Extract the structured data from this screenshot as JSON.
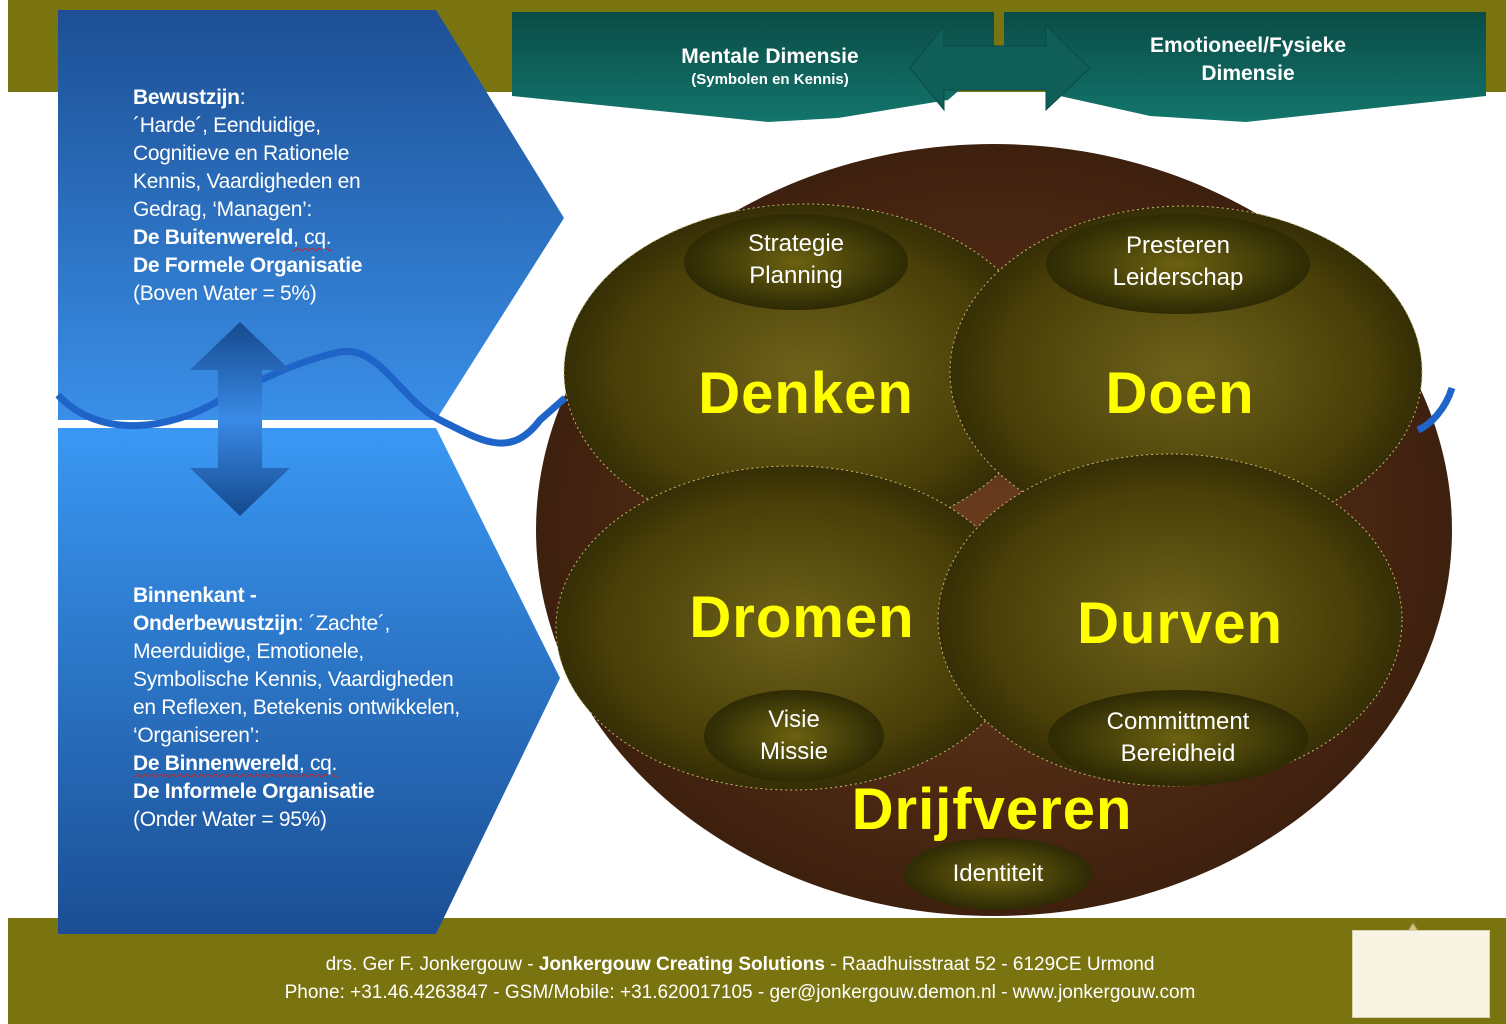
{
  "dimensions": {
    "mental_title": "Mentale Dimensie",
    "mental_sub": "(Symbolen en Kennis)",
    "emotional_line1": "Emotioneel/Fysieke",
    "emotional_line2": "Dimensie"
  },
  "upper_panel": {
    "heading": "Bewustzijn",
    "colon": ":",
    "line1": "´Harde´, Eenduidige,",
    "line2": "Cognitieve en Rationele",
    "line3": "Kennis, Vaardigheden en",
    "line4": "Gedrag, ‘Managen’:",
    "bold1": "De Buitenwereld",
    "bold1_suffix": ", cq.",
    "bold2": "De Formele Organisatie",
    "last": "(Boven Water = 5%)"
  },
  "lower_panel": {
    "heading1": "Binnenkant -",
    "heading2": "Onderbewustzijn",
    "heading2_suffix": ": ´Zachte´,",
    "line1": "Meerduidige, Emotionele,",
    "line2": "Symbolische Kennis, Vaardigheden",
    "line3": "en Reflexen, Betekenis ontwikkelen,",
    "line4": "‘Organiseren’:",
    "bold1": "De Binnenwereld",
    "bold1_suffix": ", cq.",
    "bold2": "De Informele Organisatie",
    "last": "(Onder Water = 95%)"
  },
  "quadrants": {
    "denken": {
      "title": "Denken",
      "sub1": "Strategie",
      "sub2": "Planning"
    },
    "doen": {
      "title": "Doen",
      "sub1": "Presteren",
      "sub2": "Leiderschap"
    },
    "dromen": {
      "title": "Dromen",
      "sub1": "Visie",
      "sub2": "Missie"
    },
    "durven": {
      "title": "Durven",
      "sub1": "Committment",
      "sub2": "Bereidheid"
    }
  },
  "center": {
    "title": "Drijfveren",
    "sub": "Identiteit"
  },
  "footer": {
    "line1_a": "drs. Ger F. Jonkergouw - ",
    "line1_b": "Jonkergouw Creating Solutions",
    "line1_c": " - Raadhuisstraat 52 - 6129CE Urmond",
    "line2": "Phone: +31.46.4263847 - GSM/Mobile: +31.620017105 - ger@jonkergouw.demon.nl  -  www.jonkergouw.com"
  },
  "colors": {
    "olive_band": "#7a7410",
    "teal_banner": "#0f6b63",
    "blue_dark": "#1a4f9a",
    "blue_light": "#3c96f0",
    "brown_circle": "#4a2814",
    "quadrant_olive": "#4e4508",
    "word_yellow": "#ffff00"
  }
}
